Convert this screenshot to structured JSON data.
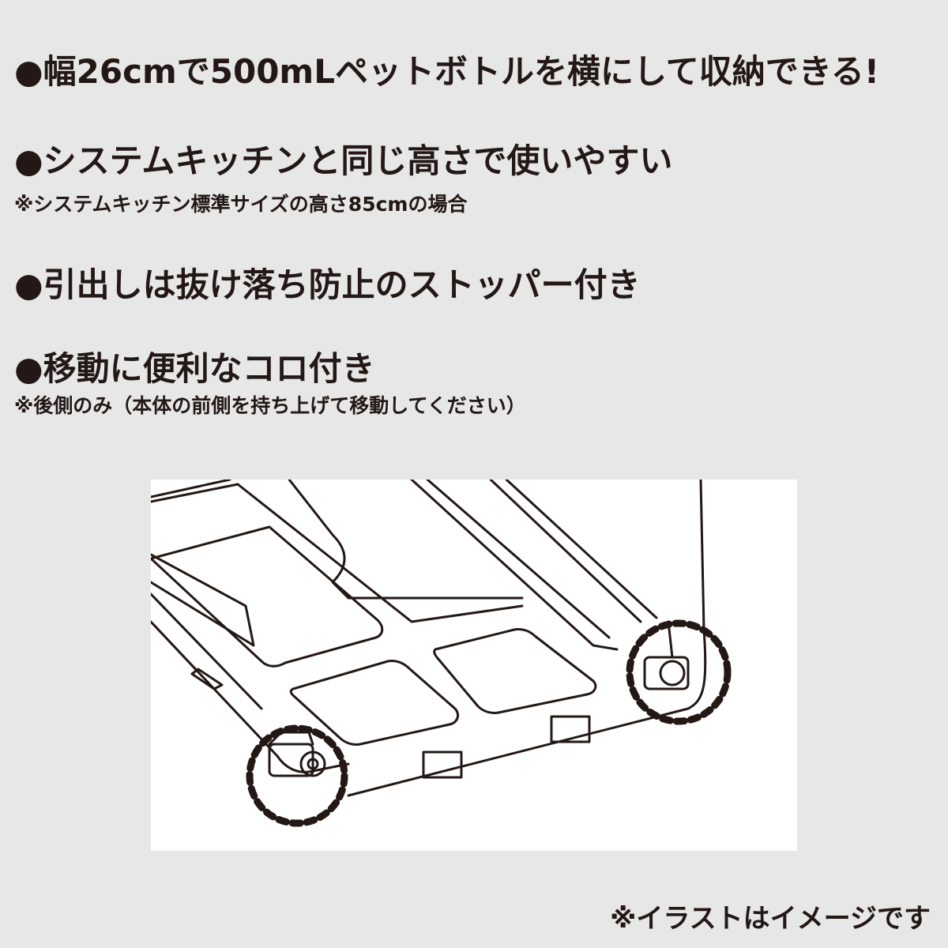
{
  "features": [
    {
      "text": "●幅26cmで500mLペットボトルを横にして収納できる!"
    },
    {
      "text": "●システムキッチンと同じ高さで使いやすい",
      "note": "※システムキッチン標準サイズの高さ85cmの場合"
    },
    {
      "text": "●引出しは抜け落ち防止のストッパー付き"
    },
    {
      "text": "●移動に便利なコロ付き",
      "note": "※後側のみ（本体の前側を持ち上げて移動してください）"
    }
  ],
  "footnote": "※イラストはイメージです"
}
